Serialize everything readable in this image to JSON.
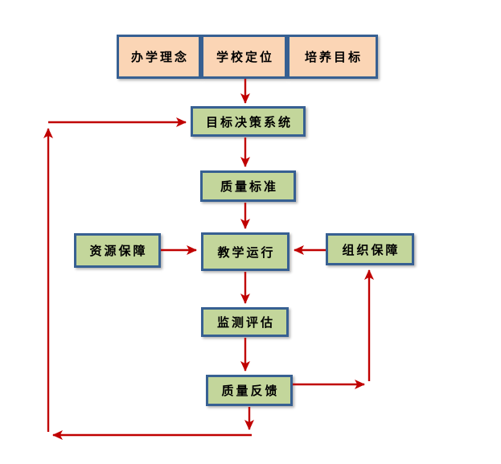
{
  "diagram": {
    "type": "flowchart",
    "nodes": {
      "philosophy": {
        "label": "办学理念",
        "fill": "orange"
      },
      "positioning": {
        "label": "学校定位",
        "fill": "orange"
      },
      "training_goal": {
        "label": "培养目标",
        "fill": "orange"
      },
      "decision": {
        "label": "目标决策系统",
        "fill": "green"
      },
      "standard": {
        "label": "质量标准",
        "fill": "green"
      },
      "resource": {
        "label": "资源保障",
        "fill": "green"
      },
      "operation": {
        "label": "教学运行",
        "fill": "green"
      },
      "organization": {
        "label": "组织保障",
        "fill": "green"
      },
      "evaluation": {
        "label": "监测评估",
        "fill": "green"
      },
      "feedback": {
        "label": "质量反馈",
        "fill": "green"
      }
    },
    "edges": [
      "学校定位 -> 目标决策系统",
      "目标决策系统 -> 质量标准",
      "质量标准 -> 教学运行",
      "资源保障 -> 教学运行",
      "组织保障 -> 教学运行",
      "教学运行 -> 监测评估",
      "监测评估 -> 质量反馈",
      "质量反馈 -> 组织保障",
      "质量反馈 -> 目标决策系统"
    ]
  },
  "colors": {
    "box_fill_orange": "#FBD5B5",
    "box_fill_green": "#C3D69B",
    "box_border": "#376092",
    "arrow": "#C00000",
    "bg": "#FFFFFF",
    "text": "#000000"
  }
}
